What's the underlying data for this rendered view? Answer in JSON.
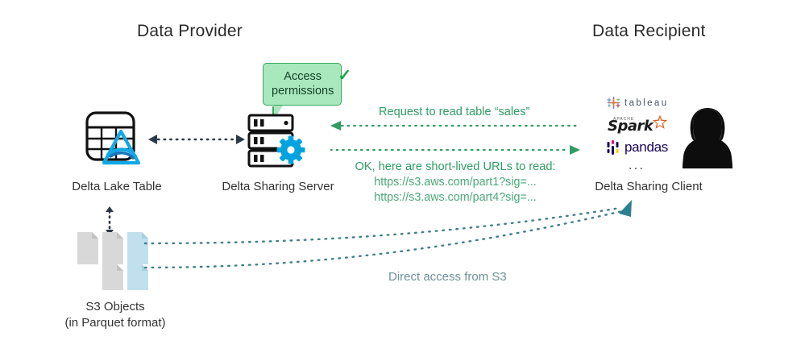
{
  "diagram": {
    "title_left": "Data Provider",
    "title_right": "Data Recipient",
    "callout": {
      "line1": "Access",
      "line2": "permissions",
      "check_icon": "check-mark-icon"
    },
    "nodes": {
      "delta_lake_table": {
        "label": "Delta Lake Table",
        "icon": "delta-lake-table-icon"
      },
      "delta_sharing_server": {
        "label": "Delta Sharing Server",
        "icon": "server-gear-icon"
      },
      "delta_sharing_client": {
        "label": "Delta Sharing Client",
        "icon": "person-avatar-icon"
      },
      "s3_objects": {
        "label_line1": "S3 Objects",
        "label_line2": "(in Parquet format)",
        "icon": "file-documents-icon"
      }
    },
    "clients": [
      {
        "name": "tableau",
        "word": "tableau",
        "icon": "tableau-logo-icon"
      },
      {
        "name": "spark",
        "word": "Spark",
        "superscript": "APACHE",
        "icon": "spark-logo-icon"
      },
      {
        "name": "pandas",
        "word": "pandas",
        "icon": "pandas-logo-icon"
      },
      {
        "name": "more",
        "word": "...",
        "icon": "ellipsis-icon"
      }
    ],
    "flows": {
      "request": {
        "label": "Request to read table “sales”",
        "direction": "left",
        "icon": "dotted-arrow-left-icon"
      },
      "response": {
        "label": "OK, here are short-lived URLs to read:",
        "url1": "https://s3.aws.com/part1?sig=...",
        "url2": "https://s3.aws.com/part4?sig=...",
        "direction": "right",
        "icon": "dotted-arrow-right-icon"
      },
      "direct_access": {
        "label": "Direct access from S3",
        "icon": "dotted-curve-arrow-icon"
      },
      "table_server_link": {
        "icon": "dotted-double-arrow-icon"
      },
      "table_s3_link": {
        "icon": "vertical-double-arrow-icon"
      }
    },
    "colors": {
      "green": "#2e9e63",
      "callout_fill": "#a9e8bc",
      "callout_border": "#35a85a",
      "delta_blue": "#00adef",
      "navy": "#2b3a4a",
      "teal": "#2f7f8f",
      "file_blue": "#bfe0ec",
      "file_gray": "#d6d6d6",
      "pandas": "#150458",
      "spark_orange": "#e25a1c"
    }
  }
}
